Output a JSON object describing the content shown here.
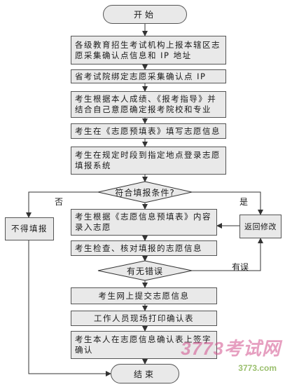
{
  "flow": {
    "start": "开始",
    "end": "结束",
    "steps": {
      "s1": "各级教育招生考试机构上报本辖区志愿采集确认点信息和 IP 地址",
      "s2": "省考试院绑定志愿采集确认点 IP",
      "s3": "考生根据本人成绩、《报考指导》并结合自己意愿确定报考院校和专业",
      "s4": "考生在《志愿预填表》填写志愿信息",
      "s5": "考生在规定时段到指定地点登录志愿填报系统",
      "s6": "考生根据《志愿信息预填表》内容录入志愿",
      "s7": "考生检查、核对填报的志愿信息",
      "s8": "考生网上提交志愿信息",
      "s9": "工作人员现场打印确认表",
      "s10": "考生本人在志愿信息确认表上签字确认"
    },
    "decisions": {
      "d1": "符合填报条件?",
      "d2": "有无错误"
    },
    "side": {
      "reject": "不得填报",
      "modify": "返回修改"
    },
    "labels": {
      "no": "否",
      "yes": "是",
      "has_error": "有误"
    }
  },
  "watermark": {
    "brand": "3773考试网",
    "url": "3773.com"
  }
}
